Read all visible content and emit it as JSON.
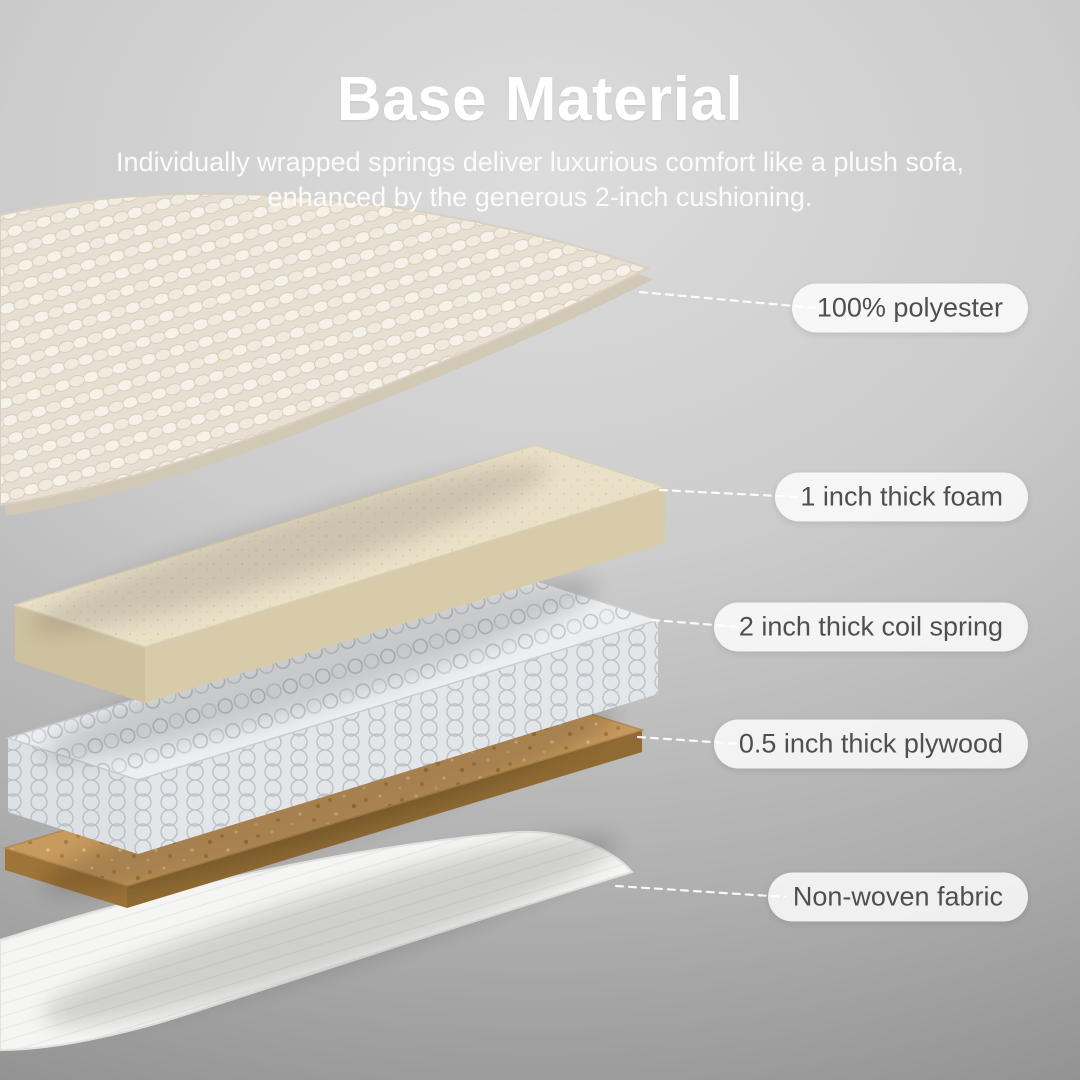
{
  "header": {
    "title": "Base Material",
    "subtitle_lines": [
      "Individually wrapped springs deliver luxurious comfort like a plush sofa,",
      "enhanced by the generous 2-inch cushioning."
    ]
  },
  "callouts": [
    {
      "id": "polyester",
      "label": "100% polyester"
    },
    {
      "id": "foam",
      "label": "1 inch thick foam"
    },
    {
      "id": "coil-spring",
      "label": "2 inch thick coil spring"
    },
    {
      "id": "plywood",
      "label": "0.5 inch thick plywood"
    },
    {
      "id": "non-woven-fabric",
      "label": "Non-woven fabric"
    }
  ],
  "layers": [
    {
      "id": "polyester",
      "name": "quilted-polyester-top-sheet"
    },
    {
      "id": "foam",
      "name": "foam-slab"
    },
    {
      "id": "coil-spring",
      "name": "pocket-coil-spring-layer"
    },
    {
      "id": "plywood",
      "name": "plywood-board"
    },
    {
      "id": "non-woven-fabric",
      "name": "non-woven-fabric-sheet"
    }
  ],
  "colors": {
    "background_center": "#dcdcdc",
    "background_edge": "#8f8f8f",
    "title_text": "#ffffff",
    "pill_background": "#ffffff",
    "pill_text": "#4f4f4f",
    "foam": "#eae0c8",
    "plywood": "#c79a5e",
    "coil_spring": "#eceef0",
    "fabric": "#f5f5f4",
    "leader_line": "#ffffff"
  }
}
